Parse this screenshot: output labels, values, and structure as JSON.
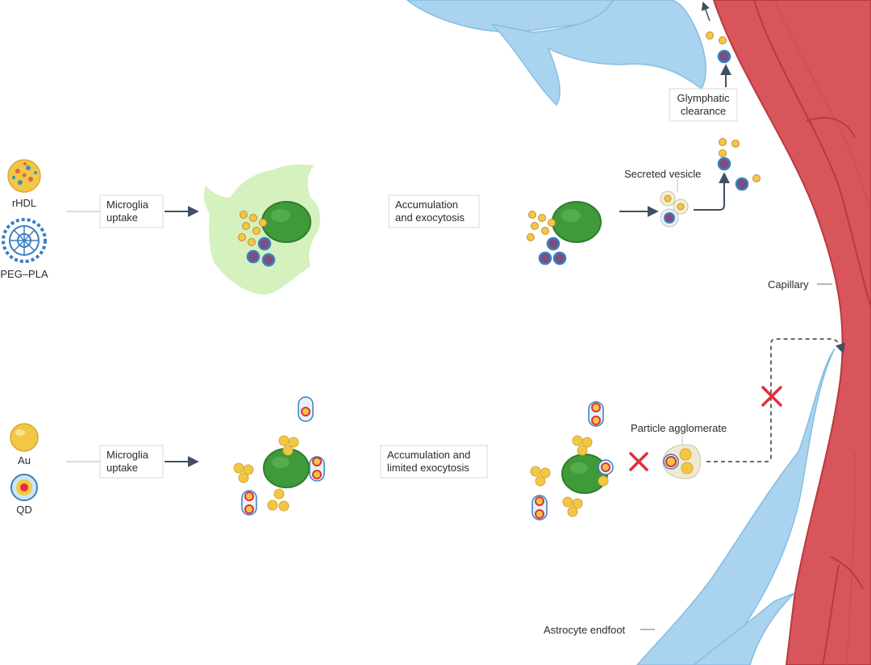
{
  "legend": {
    "rhdl": "rHDL",
    "peg_pla": "PEG–PLA",
    "au": "Au",
    "qd": "QD"
  },
  "top_row": {
    "step1": [
      "Microglia",
      "uptake"
    ],
    "step2": [
      "Accumulation",
      "and exocytosis"
    ],
    "secreted_vesicle": "Secreted vesicle",
    "glymphatic": [
      "Glymphatic",
      "clearance"
    ]
  },
  "bottom_row": {
    "step1": [
      "Microglia",
      "uptake"
    ],
    "step2": [
      "Accumulation and",
      "limited exocytosis"
    ],
    "agglomerate": "Particle agglomerate"
  },
  "anatomy": {
    "capillary": "Capillary",
    "astrocyte_endfoot": "Astrocyte endfoot"
  },
  "colors": {
    "microglia_fill": "#a6e07a",
    "microglia_stroke": "#6cc24a",
    "nucleus": "#3f9a3a",
    "capillary": "#d9555c",
    "astrocyte": "#a9d3ef",
    "gold": "#f2c744",
    "block_x": "#e0303a",
    "arrow": "#3f5063"
  }
}
